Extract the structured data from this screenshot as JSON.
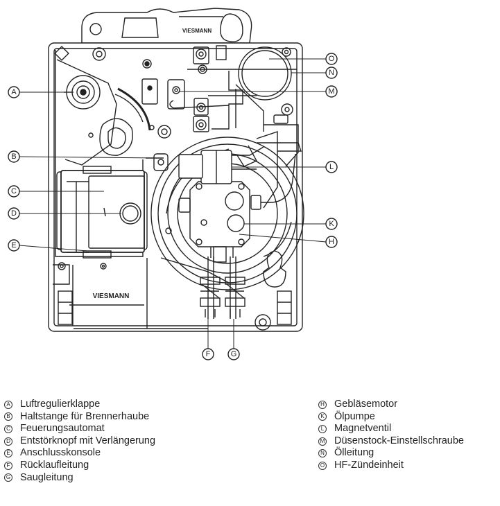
{
  "brand": "VIESMANN",
  "callouts": [
    {
      "id": "A",
      "label": "Luftregulierklappe"
    },
    {
      "id": "B",
      "label": "Haltstange für Brennerhaube"
    },
    {
      "id": "C",
      "label": "Feuerungsautomat"
    },
    {
      "id": "D",
      "label": "Entstörknopf mit Verlängerung"
    },
    {
      "id": "E",
      "label": "Anschlusskonsole"
    },
    {
      "id": "F",
      "label": "Rücklaufleitung"
    },
    {
      "id": "G",
      "label": "Saugleitung"
    },
    {
      "id": "H",
      "label": "Gebläsemotor"
    },
    {
      "id": "K",
      "label": "Ölpumpe"
    },
    {
      "id": "L",
      "label": "Magnetventil"
    },
    {
      "id": "M",
      "label": "Düsenstock-Einstellschraube"
    },
    {
      "id": "N",
      "label": "Ölleitung"
    },
    {
      "id": "O",
      "label": "HF-Zündeinheit"
    }
  ],
  "legend": {
    "left": [
      {
        "key": "A",
        "text": "Luftregulierklappe"
      },
      {
        "key": "B",
        "text": "Haltstange für Brennerhaube"
      },
      {
        "key": "C",
        "text": "Feuerungsautomat"
      },
      {
        "key": "D",
        "text": "Entstörknopf mit Verlängerung"
      },
      {
        "key": "E",
        "text": "Anschlusskonsole"
      },
      {
        "key": "F",
        "text": "Rücklaufleitung"
      },
      {
        "key": "G",
        "text": "Saugleitung"
      }
    ],
    "right": [
      {
        "key": "H",
        "text": "Gebläsemotor"
      },
      {
        "key": "K",
        "text": "Ölpumpe"
      },
      {
        "key": "L",
        "text": "Magnetventil"
      },
      {
        "key": "M",
        "text": "Düsenstock-Einstellschraube"
      },
      {
        "key": "N",
        "text": "Ölleitung"
      },
      {
        "key": "O",
        "text": "HF-Zündeinheit"
      }
    ]
  }
}
